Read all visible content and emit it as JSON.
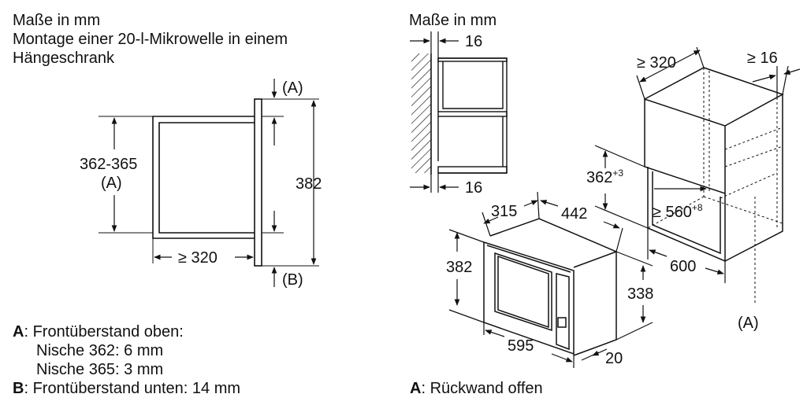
{
  "left": {
    "header": [
      "Maße in mm",
      "Montage einer 20-l-Mikrowelle in einem",
      "Hängeschrank"
    ],
    "dims": {
      "height_range": "362-365",
      "height_ref": "(A)",
      "depth_min": "≥ 320",
      "total_height": "382",
      "ref_a": "(A)",
      "ref_b": "(B)"
    },
    "notes": {
      "a_key": "A",
      "a_text": ": Frontüberstand oben:",
      "a_line2": "Nische 362: 6 mm",
      "a_line3": "Nische 365: 3 mm",
      "b_key": "B",
      "b_text": ": Frontüberstand unten: 14 mm"
    }
  },
  "right": {
    "header": "Maße in mm",
    "dims": {
      "top_gap": "16",
      "bottom_gap": "16",
      "depth_min": "≥ 320",
      "side_gap": "≥ 16",
      "niche_height": "362",
      "niche_height_sup": "+3",
      "niche_width": "≥ 560",
      "niche_width_sup": "+8",
      "cabinet_width": "600",
      "mw_depth": "315",
      "mw_width": "442",
      "mw_height_front": "382",
      "mw_height_body": "338",
      "mw_frame_width": "595",
      "mw_frame_depth": "20",
      "ref_a": "(A)"
    },
    "note": {
      "key": "A",
      "text": ": Rückwand offen"
    }
  }
}
